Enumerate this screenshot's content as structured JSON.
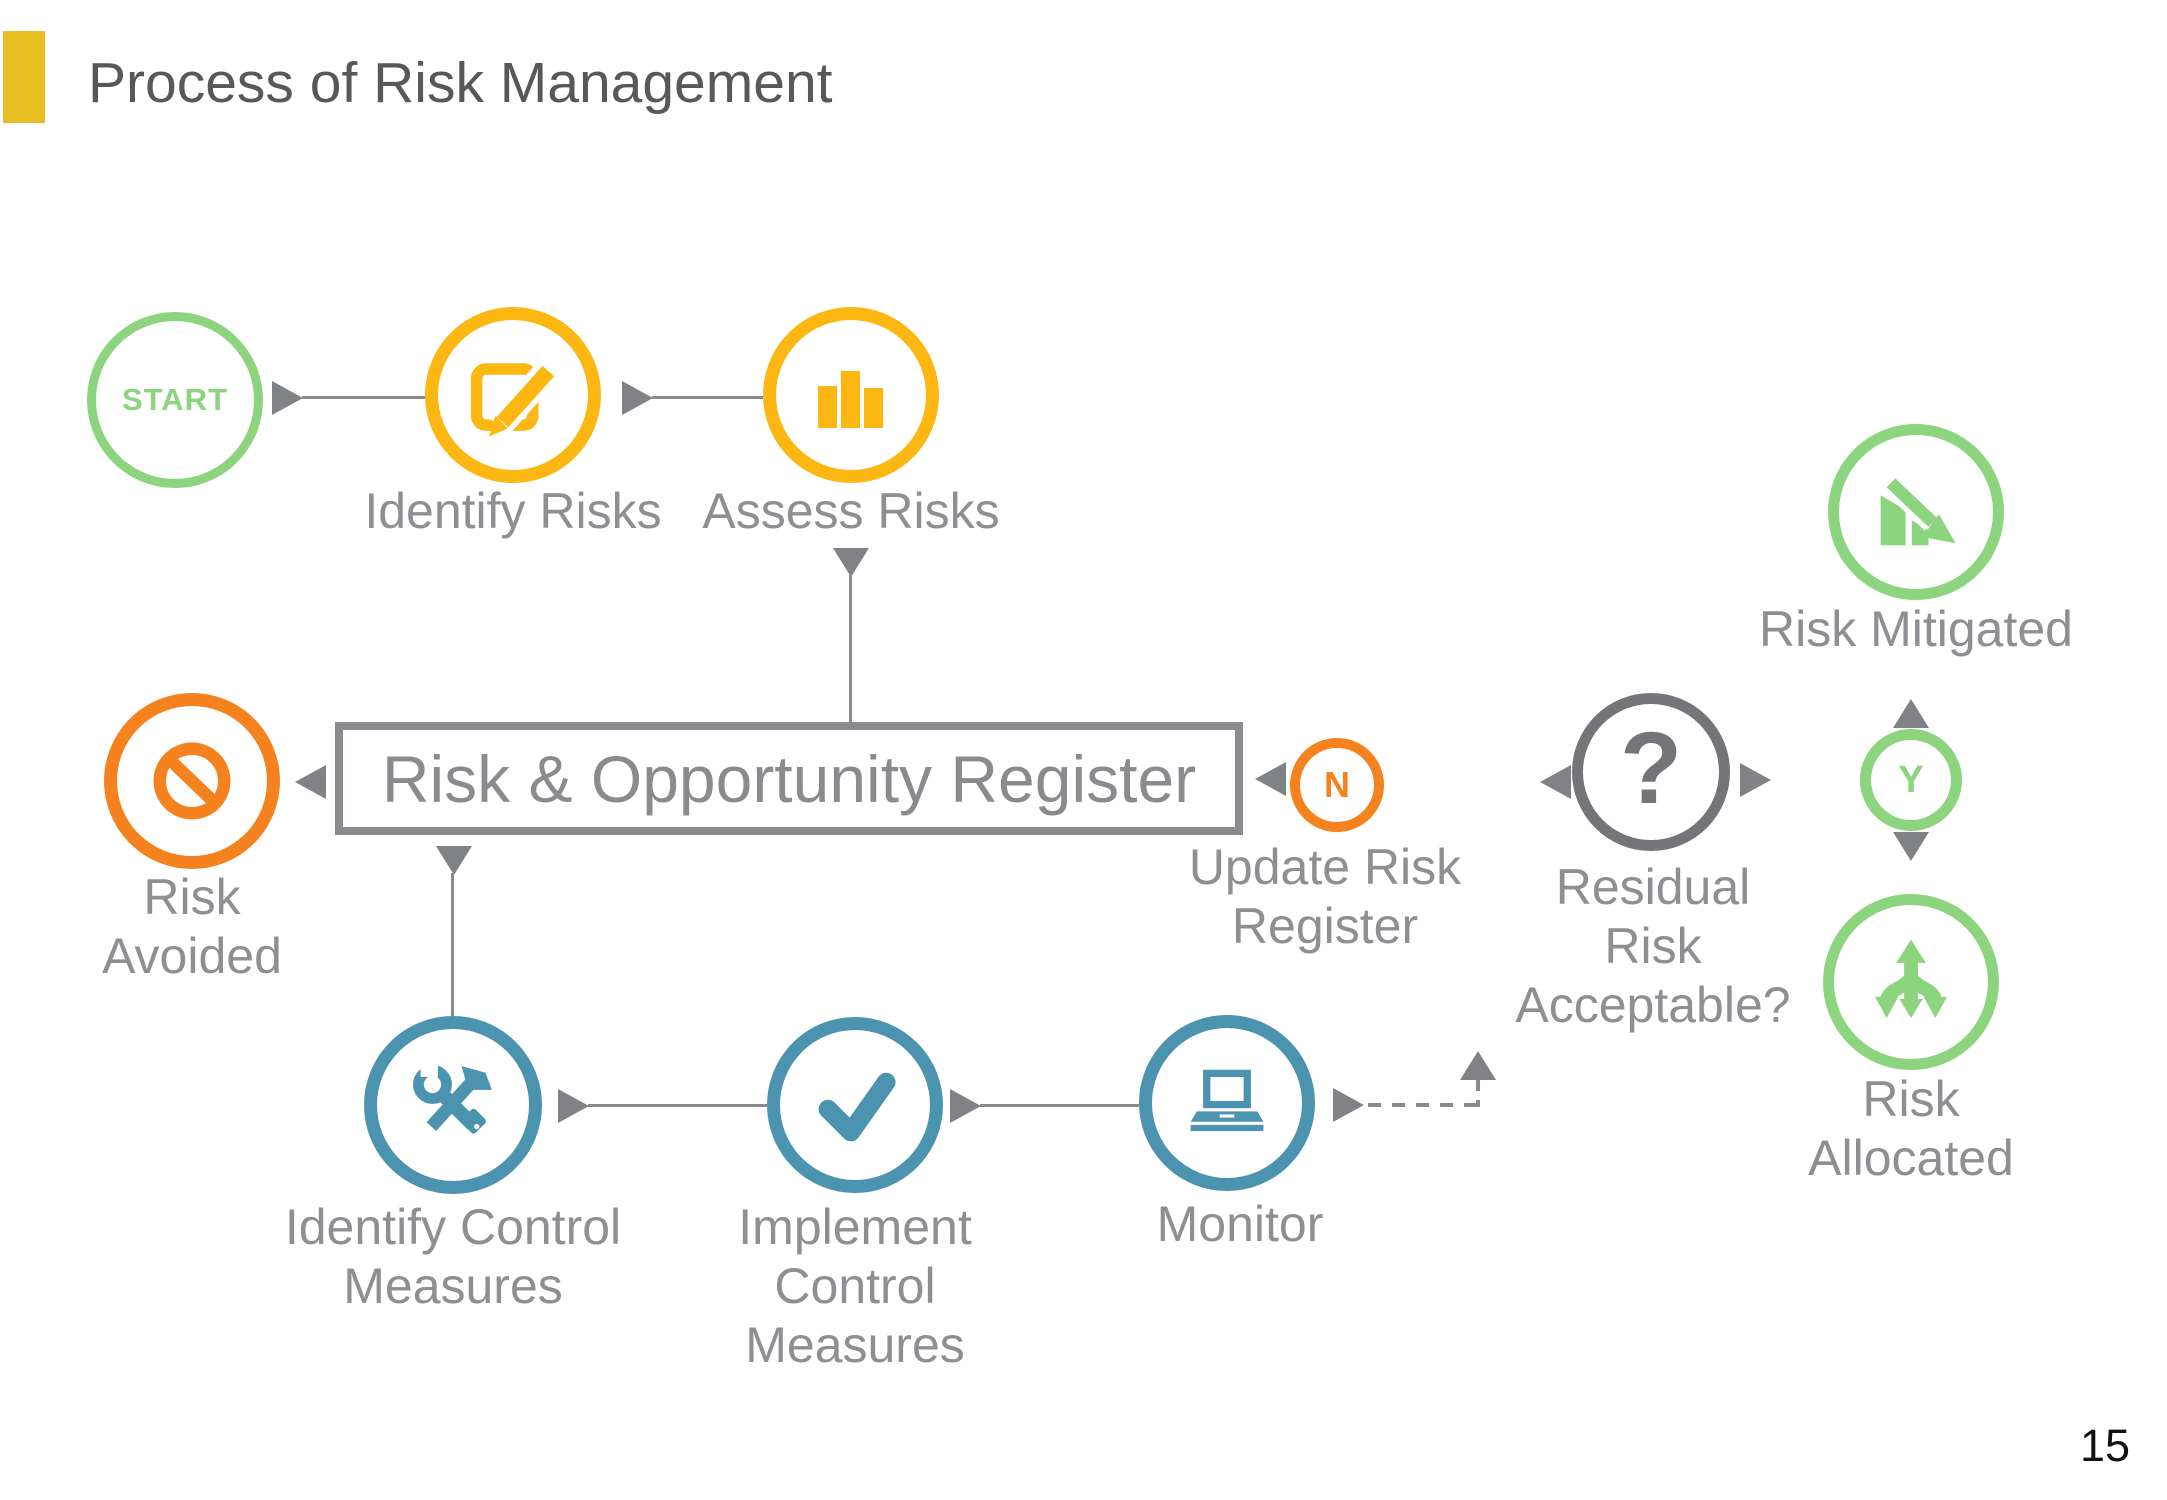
{
  "slide": {
    "title": "Process of Risk Management",
    "page_number": "15"
  },
  "register": {
    "label": "Risk & Opportunity Register"
  },
  "colors": {
    "green": "#8CD47D",
    "yellow": "#FCB713",
    "orange": "#F5821F",
    "blue": "#4C93B0",
    "gray_line": "#8A8B8E",
    "label_gray": "#8E8F92",
    "title_gray": "#58585A",
    "accent_square": "#E9BE23"
  },
  "nodes": {
    "start": {
      "label": "START",
      "color": "#8CD47D"
    },
    "identify_risks": {
      "icon": "edit-icon",
      "color": "#FCB713",
      "lines": [
        "Identify Risks"
      ]
    },
    "assess_risks": {
      "icon": "bar-chart-icon",
      "color": "#FCB713",
      "lines": [
        "Assess Risks"
      ]
    },
    "risk_avoided": {
      "icon": "ban-icon",
      "color": "#F5821F",
      "lines": [
        "Risk",
        "Avoided"
      ]
    },
    "identify_control": {
      "icon": "tools-icon",
      "color": "#4C93B0",
      "lines": [
        "Identify Control",
        "Measures"
      ]
    },
    "implement_control": {
      "icon": "check-icon",
      "color": "#4C93B0",
      "lines": [
        "Implement",
        "Control",
        "Measures"
      ]
    },
    "monitor": {
      "icon": "laptop-icon",
      "color": "#4C93B0",
      "lines": [
        "Monitor"
      ]
    },
    "update_register": {
      "badge": "N",
      "color": "#F5821F",
      "lines": [
        "Update Risk",
        "Register"
      ]
    },
    "residual_risk": {
      "badge": "?",
      "color": "#737578",
      "lines": [
        "Residual",
        "Risk",
        "Acceptable?"
      ]
    },
    "yes_branch": {
      "badge": "Y",
      "color": "#8CD47D"
    },
    "risk_mitigated": {
      "icon": "chart-down-icon",
      "color": "#8CD47D",
      "lines": [
        "Risk Mitigated"
      ]
    },
    "risk_allocated": {
      "icon": "split-arrow-icon",
      "color": "#8CD47D",
      "lines": [
        "Risk",
        "Allocated"
      ]
    }
  }
}
